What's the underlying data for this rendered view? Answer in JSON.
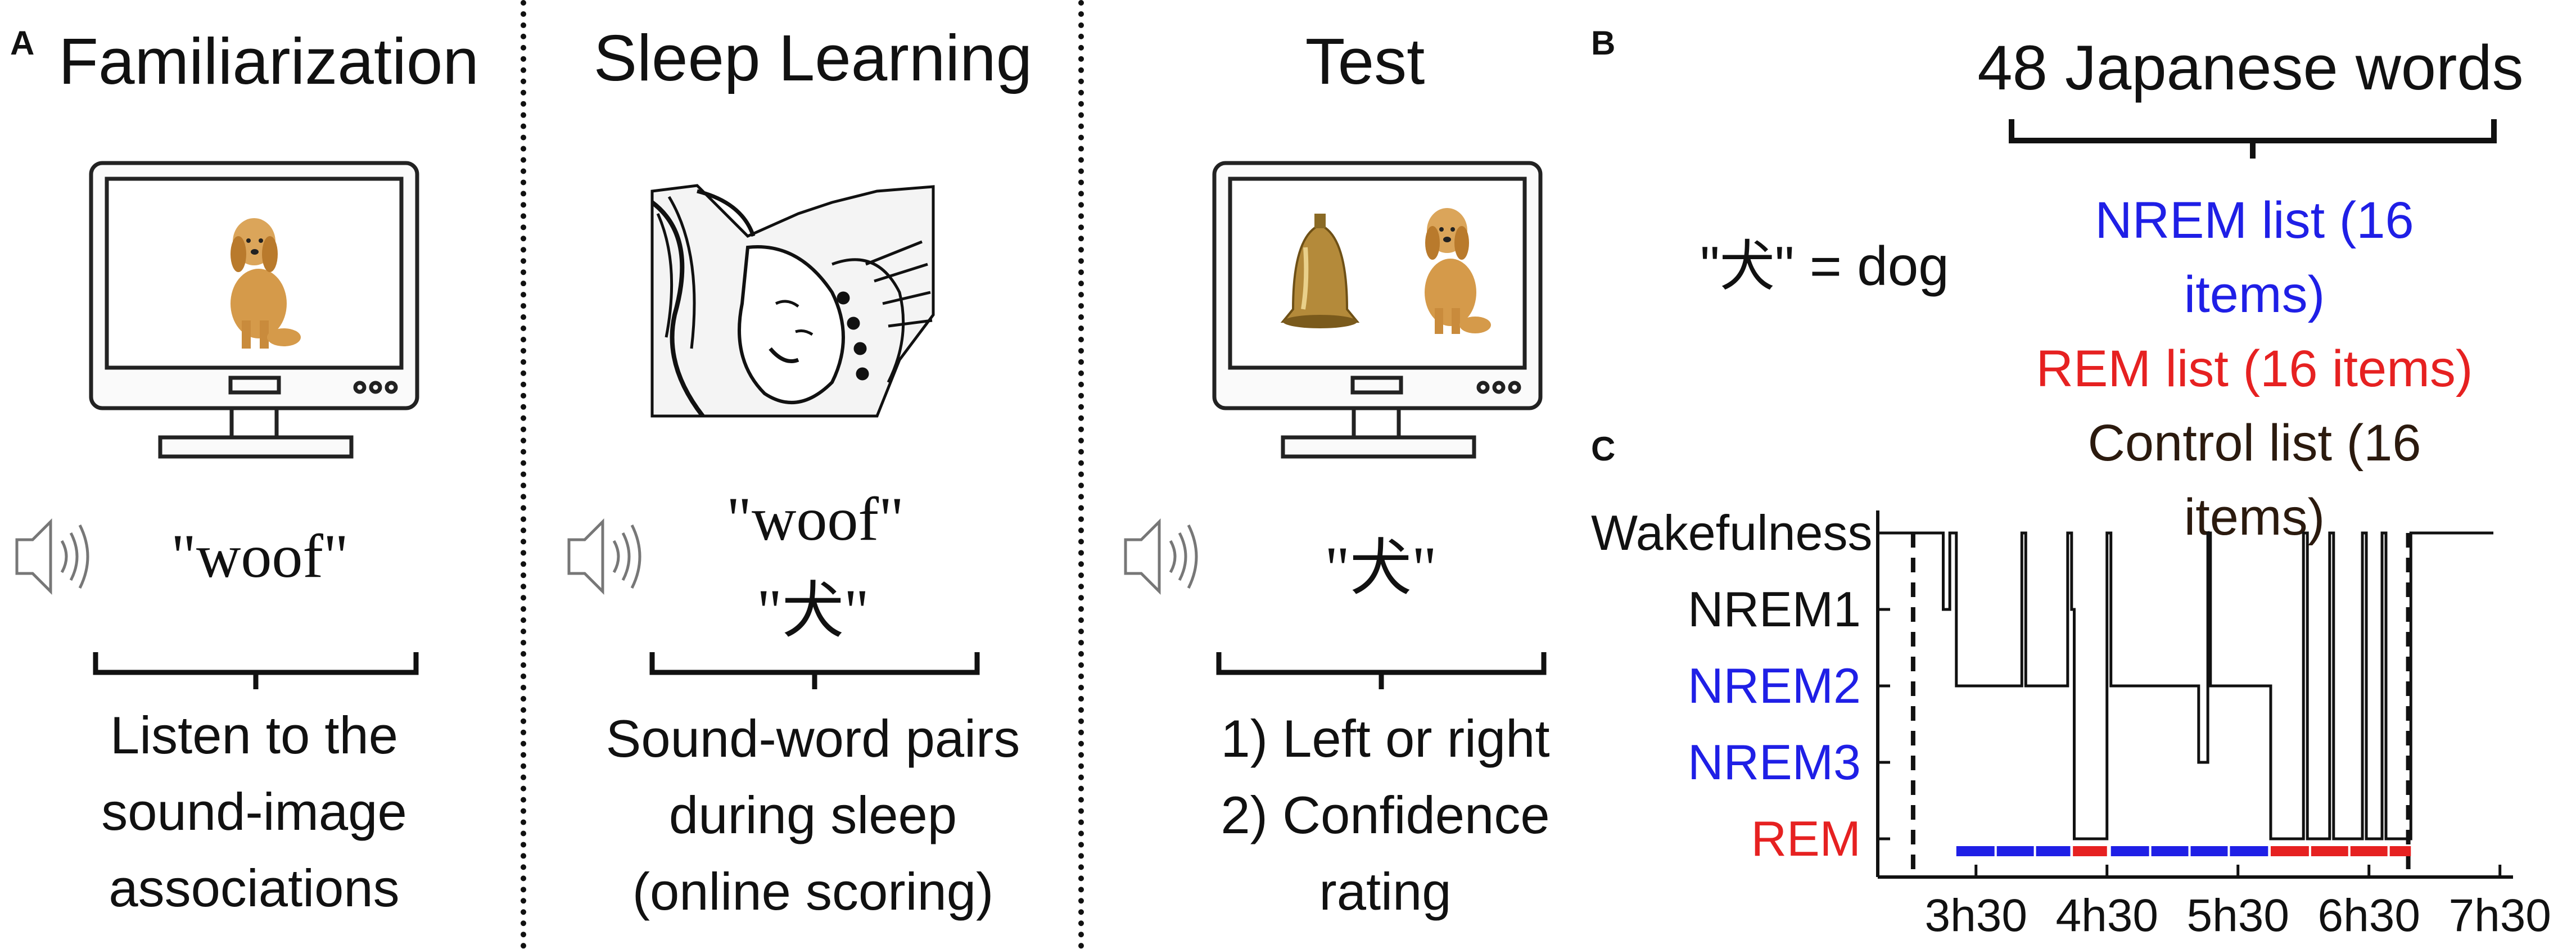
{
  "panel_a": {
    "letter": "A",
    "familiarization": {
      "title": "Familiarization",
      "sound": "\"woof\"",
      "caption_lines": [
        "Listen to the",
        "sound-image",
        "associations"
      ]
    },
    "sleep_learning": {
      "title": "Sleep Learning",
      "sound_line1": "\"woof\"",
      "sound_line2": "\"犬\"",
      "caption_lines": [
        "Sound-word pairs",
        "during sleep",
        "(online scoring)"
      ]
    },
    "test": {
      "title": "Test",
      "sound": "\"犬\"",
      "caption_lines": [
        "1) Left or right",
        "2) Confidence",
        "rating"
      ]
    }
  },
  "panel_b": {
    "letter": "B",
    "heading": "48 Japanese words",
    "example": "\"犬\" = dog",
    "lists": [
      {
        "label": "NREM list (16 items)",
        "color": "#1f1fe6"
      },
      {
        "label": "REM list (16 items)",
        "color": "#e62121"
      },
      {
        "label": "Control list (16 items)",
        "color": "#2b1a0e"
      }
    ]
  },
  "panel_c": {
    "letter": "C",
    "stage_labels": [
      {
        "label": "Wakefulness",
        "color": "#111111"
      },
      {
        "label": "NREM1",
        "color": "#111111"
      },
      {
        "label": "NREM2",
        "color": "#1f1fe6"
      },
      {
        "label": "NREM3",
        "color": "#1f1fe6"
      },
      {
        "label": "REM",
        "color": "#e62121"
      }
    ],
    "chart_data": {
      "type": "line",
      "title": "",
      "xlabel": "",
      "ylabel": "",
      "x_ticks": [
        "3h30",
        "4h30",
        "5h30",
        "6h30",
        "7h30"
      ],
      "x_tick_hours": [
        3.5,
        4.5,
        5.5,
        6.5,
        7.5
      ],
      "xlim_hours": [
        2.75,
        7.6
      ],
      "y_categories": [
        "Wakefulness",
        "NREM1",
        "NREM2",
        "NREM3",
        "REM"
      ],
      "hypnogram": [
        {
          "t": 2.75,
          "stage": 0
        },
        {
          "t": 3.25,
          "stage": 1
        },
        {
          "t": 3.3,
          "stage": 0
        },
        {
          "t": 3.35,
          "stage": 2
        },
        {
          "t": 3.85,
          "stage": 0
        },
        {
          "t": 3.88,
          "stage": 2
        },
        {
          "t": 4.2,
          "stage": 0
        },
        {
          "t": 4.23,
          "stage": 1
        },
        {
          "t": 4.25,
          "stage": 4
        },
        {
          "t": 4.5,
          "stage": 0
        },
        {
          "t": 4.53,
          "stage": 2
        },
        {
          "t": 5.2,
          "stage": 3
        },
        {
          "t": 5.27,
          "stage": 0
        },
        {
          "t": 5.29,
          "stage": 2
        },
        {
          "t": 5.75,
          "stage": 4
        },
        {
          "t": 6.0,
          "stage": 0
        },
        {
          "t": 6.03,
          "stage": 4
        },
        {
          "t": 6.2,
          "stage": 0
        },
        {
          "t": 6.23,
          "stage": 4
        },
        {
          "t": 6.45,
          "stage": 0
        },
        {
          "t": 6.48,
          "stage": 4
        },
        {
          "t": 6.6,
          "stage": 0
        },
        {
          "t": 6.63,
          "stage": 4
        },
        {
          "t": 6.82,
          "stage": 0
        },
        {
          "t": 7.45,
          "stage": 0
        }
      ],
      "dashed_markers_hours": [
        3.02,
        6.8
      ],
      "stimulation_segments": [
        {
          "start": 3.35,
          "end": 4.22,
          "list": "NREM",
          "color": "#1f1fe6"
        },
        {
          "start": 4.24,
          "end": 4.5,
          "list": "REM",
          "color": "#e62121"
        },
        {
          "start": 4.53,
          "end": 5.73,
          "list": "NREM",
          "color": "#1f1fe6"
        },
        {
          "start": 5.75,
          "end": 6.82,
          "list": "REM",
          "color": "#e62121"
        }
      ]
    }
  }
}
